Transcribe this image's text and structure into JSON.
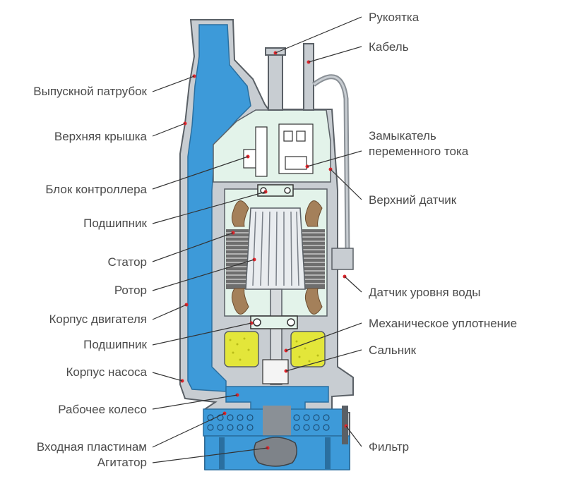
{
  "labels_left": [
    {
      "id": "outlet",
      "text": "Выпускной патрубок"
    },
    {
      "id": "top-cover",
      "text": "Верхняя крышка"
    },
    {
      "id": "controller",
      "text": "Блок контроллера"
    },
    {
      "id": "bearing-top",
      "text": "Подшипник"
    },
    {
      "id": "stator",
      "text": "Статор"
    },
    {
      "id": "rotor",
      "text": "Ротор"
    },
    {
      "id": "motor-housing",
      "text": "Корпус двигателя"
    },
    {
      "id": "bearing-bottom",
      "text": "Подшипник"
    },
    {
      "id": "pump-housing",
      "text": "Корпус насоса"
    },
    {
      "id": "impeller",
      "text": "Рабочее колесо"
    },
    {
      "id": "inlet-plate",
      "text": "Входная пластинам"
    },
    {
      "id": "agitator",
      "text": "Агитатор"
    }
  ],
  "labels_right": [
    {
      "id": "handle",
      "text": "Рукоятка"
    },
    {
      "id": "cable",
      "text": "Кабель"
    },
    {
      "id": "contactor-1",
      "text": "Замыкатель"
    },
    {
      "id": "contactor-2",
      "text": "переменного тока"
    },
    {
      "id": "upper-sensor",
      "text": "Верхний датчик"
    },
    {
      "id": "level-sensor",
      "text": "Датчик уровня воды"
    },
    {
      "id": "mech-seal",
      "text": "Механическое уплотнение"
    },
    {
      "id": "oil-seal",
      "text": "Сальник"
    },
    {
      "id": "filter",
      "text": "Фильтр"
    }
  ],
  "colors": {
    "water": "#3d9ad9",
    "housing": "#c8cdd2",
    "chamber": "#e3f3ea",
    "oil": "#e3e63a",
    "winding": "#7c3a21",
    "coil": "#9a7a5a",
    "marker": "#e0242b"
  }
}
